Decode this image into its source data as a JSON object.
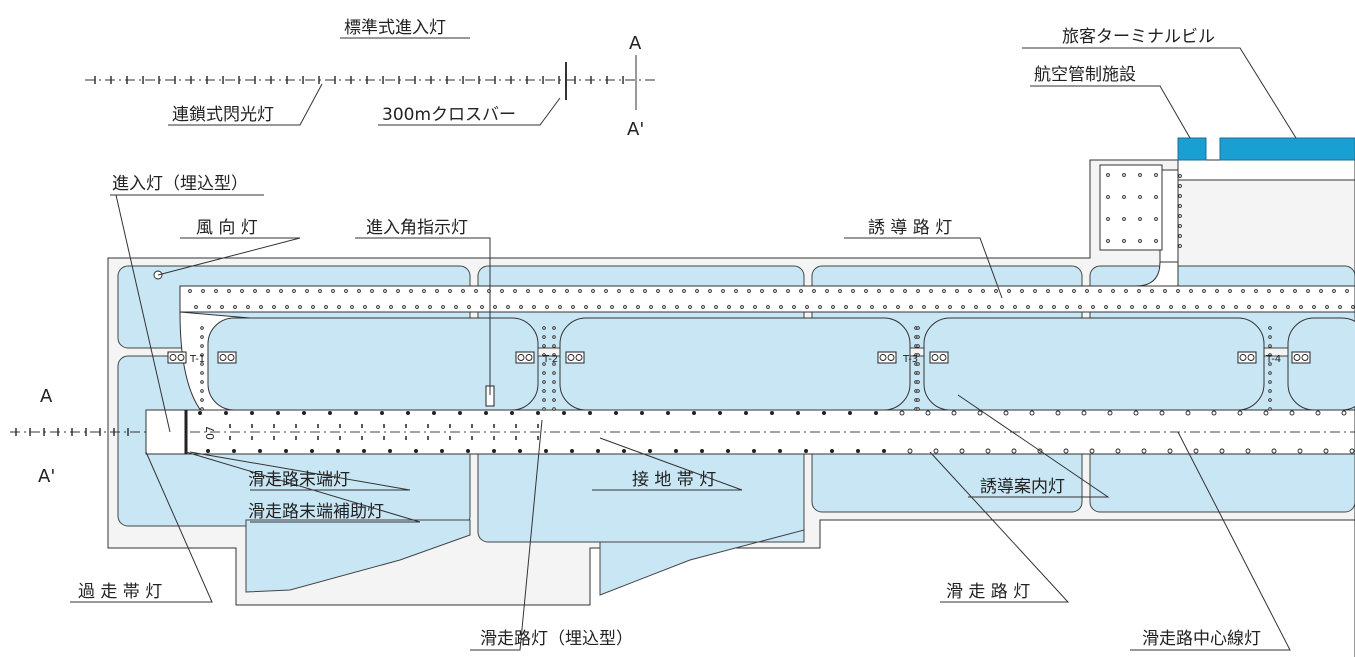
{
  "colors": {
    "water": "#c9e6f5",
    "building": "#1a9fd3",
    "line": "#333333"
  },
  "labels": {
    "standard_approach_light": "標準式進入灯",
    "sequenced_flashing_light": "連鎖式閃光灯",
    "crossbar_300m": "300mクロスバー",
    "section_a_top": "A",
    "section_a_prime_top": "A'",
    "section_a_left": "A",
    "section_a_prime_left": "A'",
    "passenger_terminal": "旅客ターミナルビル",
    "air_traffic_control": "航空管制施設",
    "approach_light_inset": "進入灯（埋込型）",
    "wind_direction_light": "風 向 灯",
    "papi": "進入角指示灯",
    "taxiway_light": "誘 導 路 灯",
    "runway_end_light": "滑走路末端灯",
    "runway_end_aux_light": "滑走路末端補助灯",
    "touchdown_zone_light": "接 地 帯 灯",
    "taxi_guidance_sign": "誘導案内灯",
    "overrun_light": "過 走 帯 灯",
    "runway_edge_light": "滑 走 路 灯",
    "runway_edge_light_inset": "滑走路灯（埋込型）",
    "runway_centerline_light": "滑走路中心線灯"
  },
  "taxiway_marks": [
    "T-1",
    "T-2",
    "T-3",
    "T-4"
  ],
  "runway_number": "07"
}
